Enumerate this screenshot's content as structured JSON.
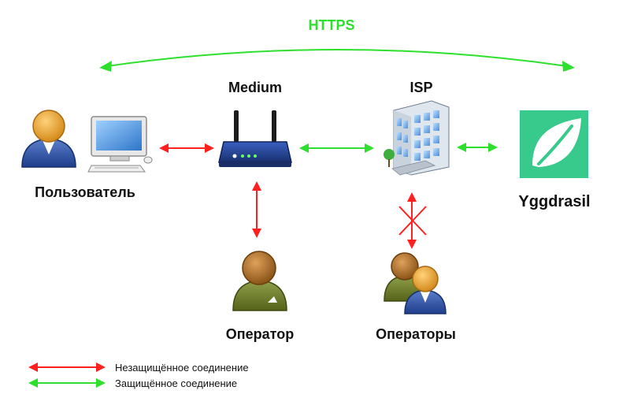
{
  "title": "HTTPS",
  "nodes": {
    "user": {
      "label": "Пользователь"
    },
    "medium": {
      "label": "Medium"
    },
    "isp": {
      "label": "ISP"
    },
    "yggdrasil": {
      "label": "Yggdrasil"
    },
    "operator": {
      "label": "Оператор"
    },
    "operators": {
      "label": "Операторы"
    }
  },
  "legend": {
    "insecure": "Незащищённое соединение",
    "secure": "Защищённое соединение"
  },
  "colors": {
    "insecure": "#ff2020",
    "secure": "#2ee02e",
    "title": "#2ee02e",
    "yggdrasil_tile": "#38c98c",
    "router": "#1f3a8c"
  },
  "icons": {
    "user": "person-icon",
    "computer": "desktop-computer-icon",
    "medium": "wifi-router-icon",
    "isp": "office-building-icon",
    "yggdrasil": "leaf-logo-icon",
    "operator": "person-icon",
    "operators": "group-icon",
    "blocked": "x-cross-icon"
  }
}
